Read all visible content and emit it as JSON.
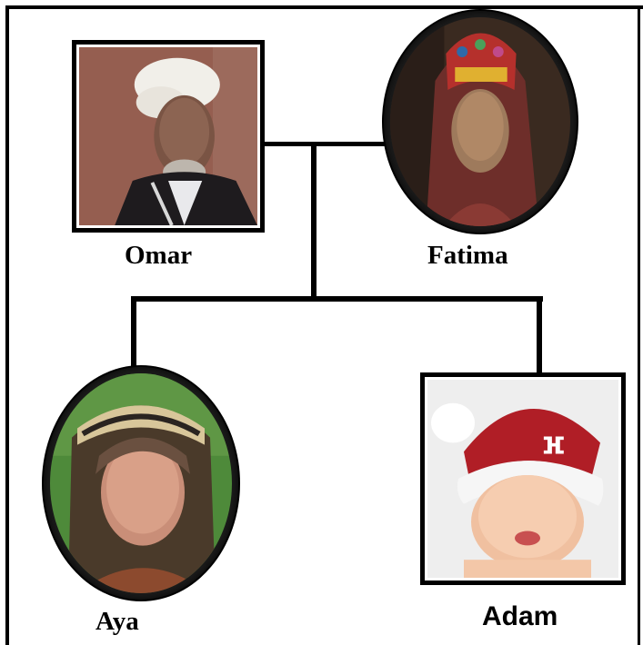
{
  "family_tree": {
    "parents": [
      {
        "name": "Omar",
        "photo": "portrait-elderly-man-white-turban",
        "frame": "square"
      },
      {
        "name": "Fatima",
        "photo": "portrait-woman-headscarf",
        "frame": "oval"
      }
    ],
    "children": [
      {
        "name": "Aya",
        "photo": "portrait-girl-headscarf",
        "frame": "oval"
      },
      {
        "name": "Adam",
        "photo": "portrait-baby-santa-hat",
        "frame": "square"
      }
    ]
  },
  "colors": {
    "line": "#000000",
    "background": "#ffffff"
  }
}
